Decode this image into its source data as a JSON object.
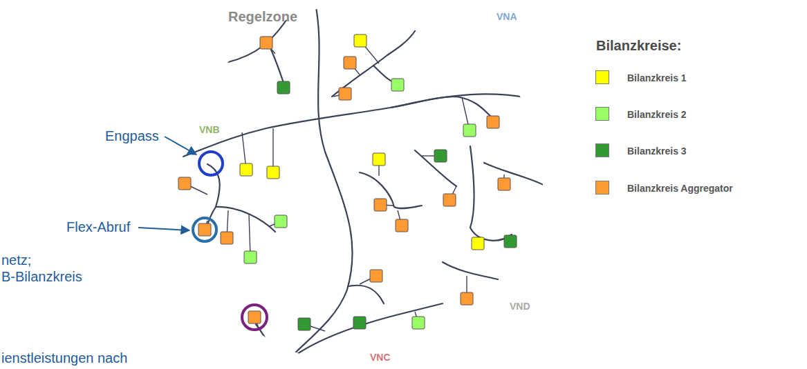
{
  "diagram": {
    "nodes": [
      {
        "text": [
          "Regelzone"
        ]
      },
      {
        "text": [
          "VNA"
        ],
        "in": 0
      },
      {
        "text": [
          "VNB"
        ],
        "in": 0
      },
      {
        "text": [
          "VNC"
        ],
        "in": 0
      },
      {
        "text": [
          "VND"
        ],
        "in": 0
      }
    ],
    "labels": [
      "Engpass",
      "Flex-Abruf",
      "netz;",
      "B-Bilanzkreis",
      "ienstleistungen nach",
      "Bilanzkreise:"
    ],
    "legend": [
      {
        "text": "Bilanzkreis 1",
        "color": "#ffff00"
      },
      {
        "text": "Bilanzkreis 2",
        "color": "#99ff66"
      },
      {
        "text": "Bilanzkreis 3",
        "color": "#339933"
      },
      {
        "text": "Bilanzkreis Aggregator",
        "color": "#ff9933"
      }
    ]
  }
}
